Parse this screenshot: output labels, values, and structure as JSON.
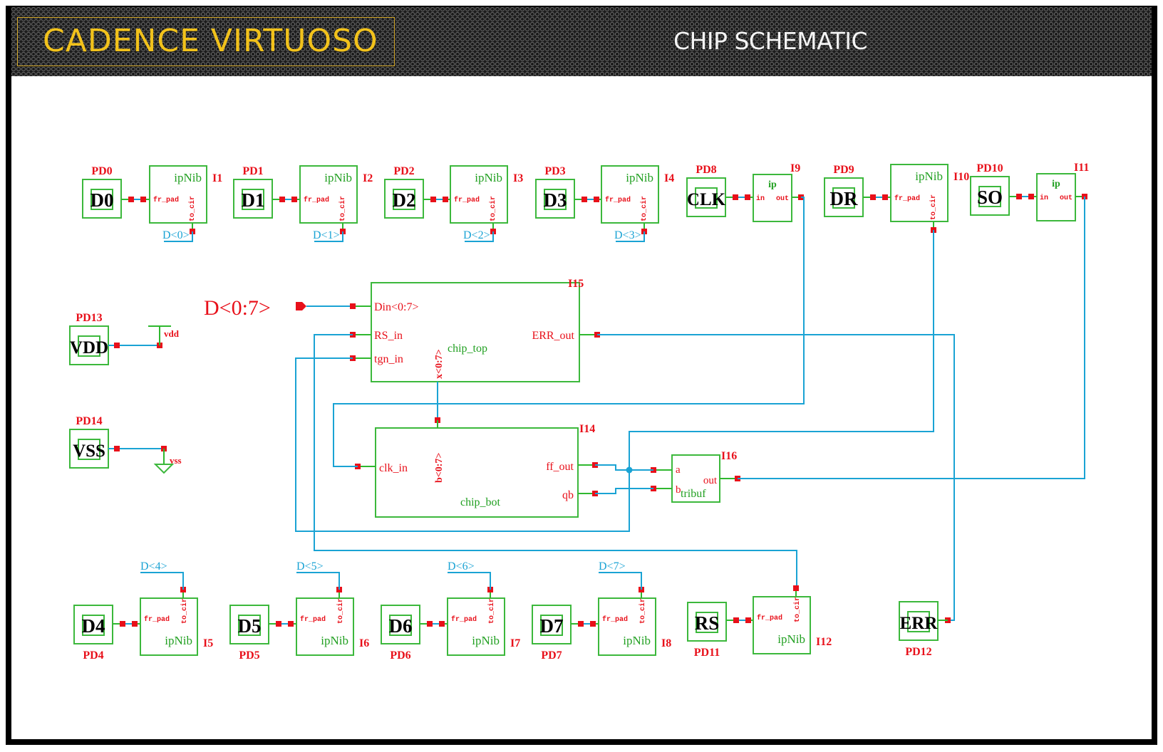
{
  "header": {
    "brand": "CADENCE VIRTUOSO",
    "title": "CHIP SCHEMATIC"
  },
  "colors": {
    "wire": "#1aa3d4",
    "component": "#3cb83c",
    "pin": "#e8101a",
    "brand": "#f2c21b"
  },
  "pads": [
    {
      "id": "PD0",
      "name": "D0"
    },
    {
      "id": "PD1",
      "name": "D1"
    },
    {
      "id": "PD2",
      "name": "D2"
    },
    {
      "id": "PD3",
      "name": "D3"
    },
    {
      "id": "PD8",
      "name": "CLK"
    },
    {
      "id": "PD9",
      "name": "DR"
    },
    {
      "id": "PD10",
      "name": "SO"
    },
    {
      "id": "PD13",
      "name": "VDD"
    },
    {
      "id": "PD14",
      "name": "VSS"
    },
    {
      "id": "PD4",
      "name": "D4"
    },
    {
      "id": "PD5",
      "name": "D5"
    },
    {
      "id": "PD6",
      "name": "D6"
    },
    {
      "id": "PD7",
      "name": "D7"
    },
    {
      "id": "PD11",
      "name": "RS"
    },
    {
      "id": "PD12",
      "name": "ERR"
    }
  ],
  "cells": [
    {
      "inst": "I1",
      "type": "ipNib",
      "pin_in": "fr_pad",
      "pin_out": "to_cir",
      "net": "D<0>"
    },
    {
      "inst": "I2",
      "type": "ipNib",
      "pin_in": "fr_pad",
      "pin_out": "to_cir",
      "net": "D<1>"
    },
    {
      "inst": "I3",
      "type": "ipNib",
      "pin_in": "fr_pad",
      "pin_out": "to_cir",
      "net": "D<2>"
    },
    {
      "inst": "I4",
      "type": "ipNib",
      "pin_in": "fr_pad",
      "pin_out": "to_cir",
      "net": "D<3>"
    },
    {
      "inst": "I9",
      "type": "ip",
      "pin_in": "in",
      "pin_out": "out",
      "net": ""
    },
    {
      "inst": "I10",
      "type": "ipNib",
      "pin_in": "fr_pad",
      "pin_out": "to_cir",
      "net": ""
    },
    {
      "inst": "I11",
      "type": "ip",
      "pin_in": "in",
      "pin_out": "out",
      "net": ""
    },
    {
      "inst": "I5",
      "type": "ipNib",
      "pin_in": "fr_pad",
      "pin_out": "to_cir",
      "net": "D<4>"
    },
    {
      "inst": "I6",
      "type": "ipNib",
      "pin_in": "fr_pad",
      "pin_out": "to_cir",
      "net": "D<5>"
    },
    {
      "inst": "I7",
      "type": "ipNib",
      "pin_in": "fr_pad",
      "pin_out": "to_cir",
      "net": "D<6>"
    },
    {
      "inst": "I8",
      "type": "ipNib",
      "pin_in": "fr_pad",
      "pin_out": "to_cir",
      "net": "D<7>"
    },
    {
      "inst": "I12",
      "type": "ipNib",
      "pin_in": "fr_pad",
      "pin_out": "to_cir",
      "net": ""
    }
  ],
  "supplies": {
    "vdd": "vdd",
    "vss": "vss"
  },
  "bus_pin": "D<0:7>",
  "chip_top": {
    "inst": "I15",
    "type": "chip_top",
    "pins": {
      "din": "Din<0:7>",
      "rs": "RS_in",
      "tgn": "tgn_in",
      "err": "ERR_out",
      "x": "x<0:7>"
    }
  },
  "chip_bot": {
    "inst": "I14",
    "type": "chip_bot",
    "pins": {
      "clk": "clk_in",
      "b": "b<0:7>",
      "ff": "ff_out",
      "qb": "qb"
    }
  },
  "tribuf": {
    "inst": "I16",
    "type": "tribuf",
    "pins": {
      "a": "a",
      "b": "b",
      "out": "out"
    }
  }
}
